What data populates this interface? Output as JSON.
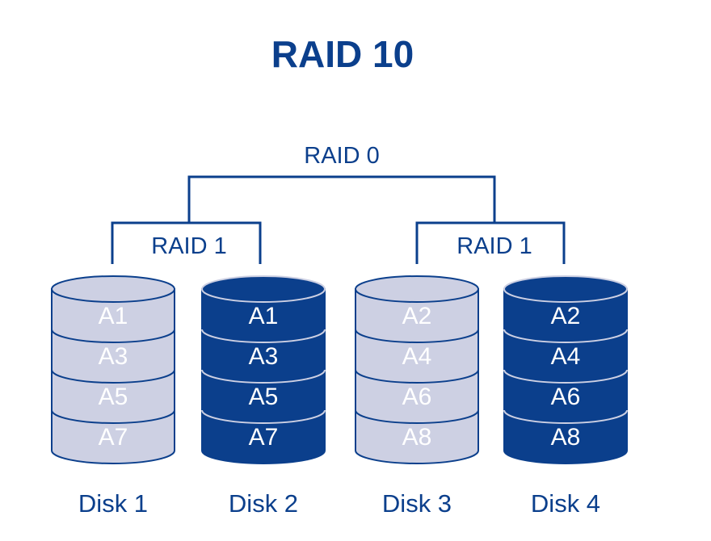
{
  "title": "RAID 10",
  "top_group": {
    "label": "RAID 0"
  },
  "mirror_groups": [
    {
      "label": "RAID 1"
    },
    {
      "label": "RAID 1"
    }
  ],
  "disks": [
    {
      "label": "Disk 1",
      "style": "light",
      "blocks": [
        "A1",
        "A3",
        "A5",
        "A7"
      ]
    },
    {
      "label": "Disk 2",
      "style": "dark",
      "blocks": [
        "A1",
        "A3",
        "A5",
        "A7"
      ]
    },
    {
      "label": "Disk 3",
      "style": "light",
      "blocks": [
        "A2",
        "A4",
        "A6",
        "A8"
      ]
    },
    {
      "label": "Disk 4",
      "style": "dark",
      "blocks": [
        "A2",
        "A4",
        "A6",
        "A8"
      ]
    }
  ],
  "colors": {
    "primary": "#0b3f8c",
    "light_fill": "#cdd0e3",
    "dark_fill": "#0b3f8c",
    "light_text": "#ffffff",
    "dark_text": "#ffffff",
    "outline": "#0b3f8c",
    "dark_outline": "#cdd0e3"
  }
}
